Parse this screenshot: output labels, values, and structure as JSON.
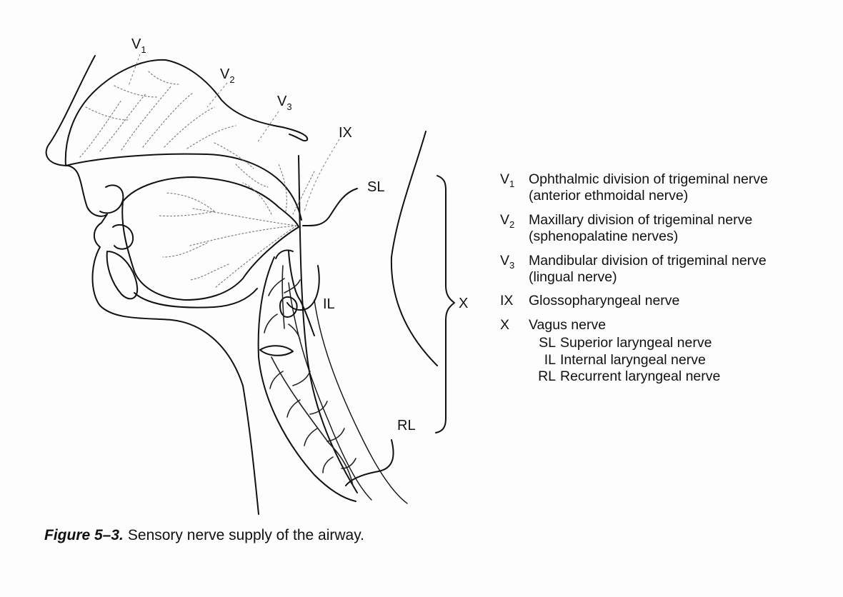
{
  "labels": {
    "v1": {
      "main": "V",
      "sub": "1"
    },
    "v2": {
      "main": "V",
      "sub": "2"
    },
    "v3": {
      "main": "V",
      "sub": "3"
    },
    "ix": "IX",
    "sl": "SL",
    "il": "IL",
    "rl": "RL",
    "x": "X"
  },
  "legend": [
    {
      "code": "V",
      "code_sub": "1",
      "lines": [
        "Ophthalmic division of trigeminal nerve",
        "(anterior ethmoidal nerve)"
      ]
    },
    {
      "code": "V",
      "code_sub": "2",
      "lines": [
        "Maxillary division of trigeminal nerve",
        "(sphenopalatine nerves)"
      ]
    },
    {
      "code": "V",
      "code_sub": "3",
      "lines": [
        "Mandibular division of trigeminal nerve",
        "(lingual nerve)"
      ]
    },
    {
      "code": "IX",
      "code_sub": "",
      "lines": [
        "Glossopharyngeal nerve"
      ]
    },
    {
      "code": "X",
      "code_sub": "",
      "lines": [
        "Vagus nerve"
      ]
    }
  ],
  "legend_sub": [
    {
      "code": "SL",
      "text": "Superior laryngeal nerve"
    },
    {
      "code": "IL",
      "text": "Internal laryngeal nerve"
    },
    {
      "code": "RL",
      "text": "Recurrent laryngeal nerve"
    }
  ],
  "caption": {
    "figure": "Figure 5–3.",
    "text": "Sensory nerve supply of the airway."
  }
}
